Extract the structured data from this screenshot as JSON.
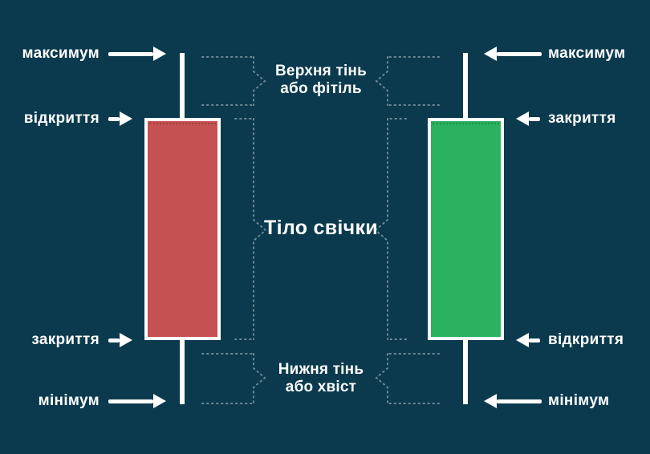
{
  "diagram": {
    "description": "Anatomy of a candlestick (Ukrainian): bearish red candle on the left, bullish green candle on the right",
    "colors": {
      "background": "#0b3a4e",
      "bearish_body": "#c65152",
      "bullish_body": "#2bb261",
      "wick_and_arrows": "#ffffff",
      "dotted_bracket": "#bcc9cf"
    },
    "left_candle": {
      "type": "bearish-red",
      "labels": {
        "high": "максимум",
        "open": "відкриття",
        "close": "закриття",
        "low": "мінімум"
      }
    },
    "right_candle": {
      "type": "bullish-green",
      "labels": {
        "high": "максимум",
        "close": "закриття",
        "open": "відкриття",
        "low": "мінімум"
      }
    },
    "center_labels": {
      "upper_shadow_line1": "Верхня тінь",
      "upper_shadow_line2": "або фітіль",
      "body": "Тіло свічки",
      "lower_shadow_line1": "Нижня тінь",
      "lower_shadow_line2": "або хвіст"
    }
  }
}
